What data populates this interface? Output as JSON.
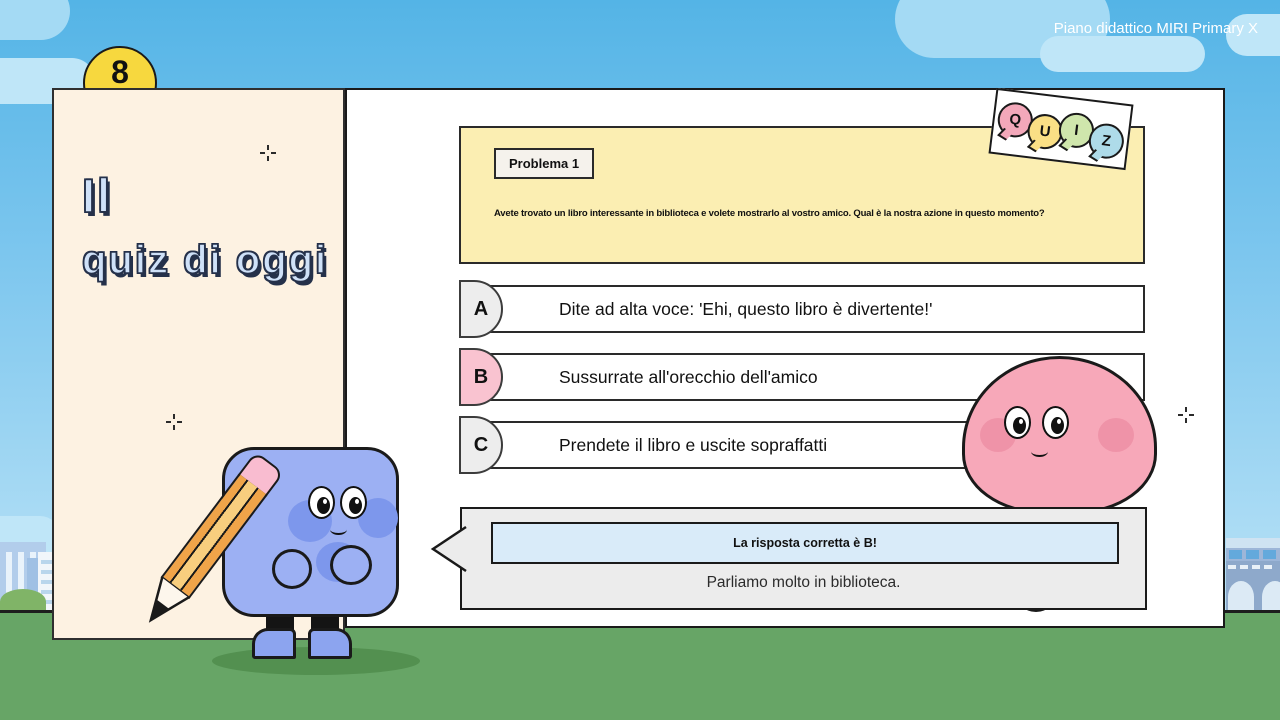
{
  "header": {
    "label": "Piano didattico MIRI Primary X"
  },
  "slide": {
    "page_number": "8",
    "title_line1": "Il",
    "title_line2": "quiz di oggi"
  },
  "quiz_badge": {
    "letters": [
      "Q",
      "U",
      "I",
      "Z"
    ]
  },
  "problem": {
    "label": "Problema 1",
    "question": "Avete trovato un libro interessante in biblioteca e volete mostrarlo al vostro amico. Qual è la nostra azione in questo momento?"
  },
  "options": [
    {
      "letter": "A",
      "text": "Dite ad alta voce: 'Ehi, questo libro è divertente!'"
    },
    {
      "letter": "B",
      "text": "Sussurrate all'orecchio dell'amico"
    },
    {
      "letter": "C",
      "text": "Prendete il libro e uscite sopraffatti"
    }
  ],
  "answer": {
    "result": "La risposta corretta è B!",
    "explanation": "Parliamo molto in biblioteca."
  },
  "colors": {
    "page_circle": "#f7d83e",
    "problem_bg": "#fbeeb2",
    "answer_highlight": "#d9ebf9",
    "option_default_badge": "#ededed",
    "option_b_badge": "#f9c3d0",
    "character_blue": "#9cb0f3",
    "character_pink": "#f7a8b9",
    "quiz_letters": [
      "#f3a8ba",
      "#fadf85",
      "#cfe6ac",
      "#aedbe9"
    ]
  }
}
